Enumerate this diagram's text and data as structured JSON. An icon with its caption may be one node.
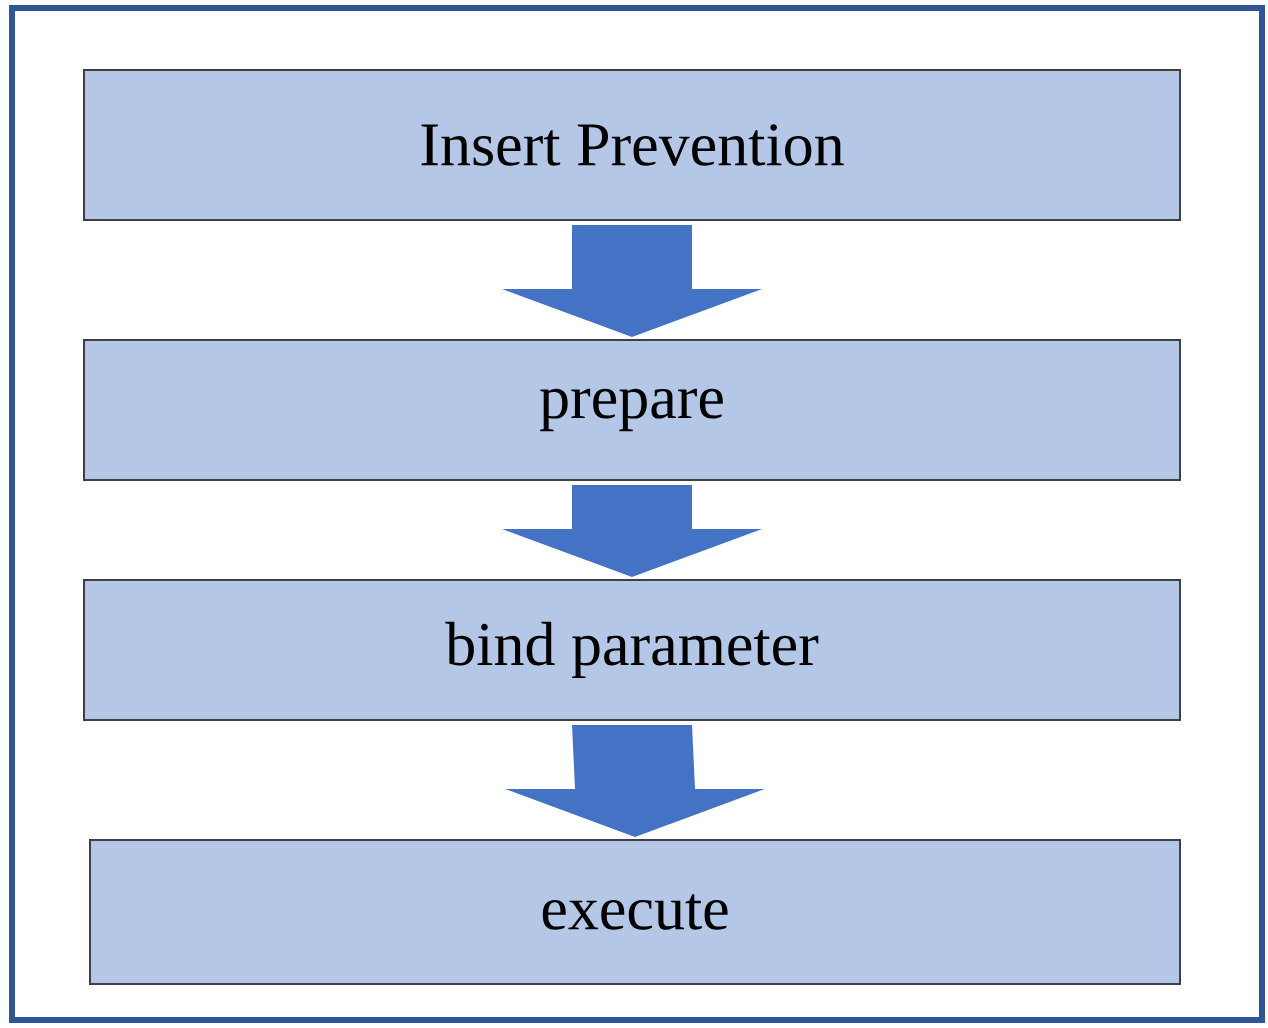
{
  "diagram": {
    "nodes": [
      {
        "text": [
          "Insert Prevention"
        ]
      },
      {
        "text": [
          "prepare"
        ]
      },
      {
        "text": [
          "bind parameter"
        ]
      },
      {
        "text": [
          "execute"
        ]
      }
    ],
    "edges": [
      {
        "from": 0,
        "to": 1,
        "arrow": "to"
      },
      {
        "from": 1,
        "to": 2,
        "arrow": "to"
      },
      {
        "from": 2,
        "to": 3,
        "arrow": "to"
      }
    ]
  }
}
